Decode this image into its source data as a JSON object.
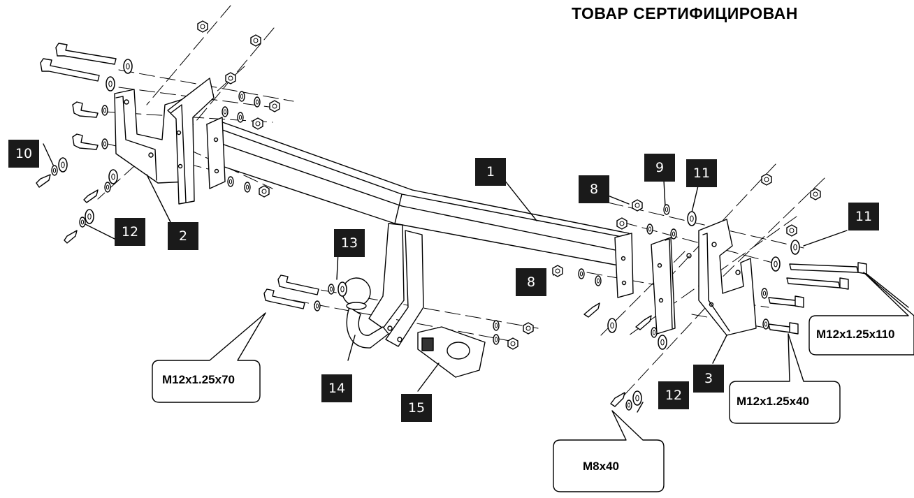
{
  "header": {
    "certified": "ТОВАР СЕРТИФИЦИРОВАН"
  },
  "part_numbers": {
    "p1": "1",
    "p2": "2",
    "p3": "3",
    "p8a": "8",
    "p8b": "8",
    "p9": "9",
    "p10": "10",
    "p11a": "11",
    "p11b": "11",
    "p12a": "12",
    "p12b": "12",
    "p13": "13",
    "p14": "14",
    "p15": "15"
  },
  "bolt_sizes": {
    "left_long": "M12x1.25x70",
    "right_long": "M12x1.25x110",
    "right_mid": "M12x1.25x40",
    "bottom_small": "M8x40"
  },
  "colors": {
    "line": "#000000",
    "label_bg": "#1a1a1a",
    "label_text": "#ffffff"
  }
}
